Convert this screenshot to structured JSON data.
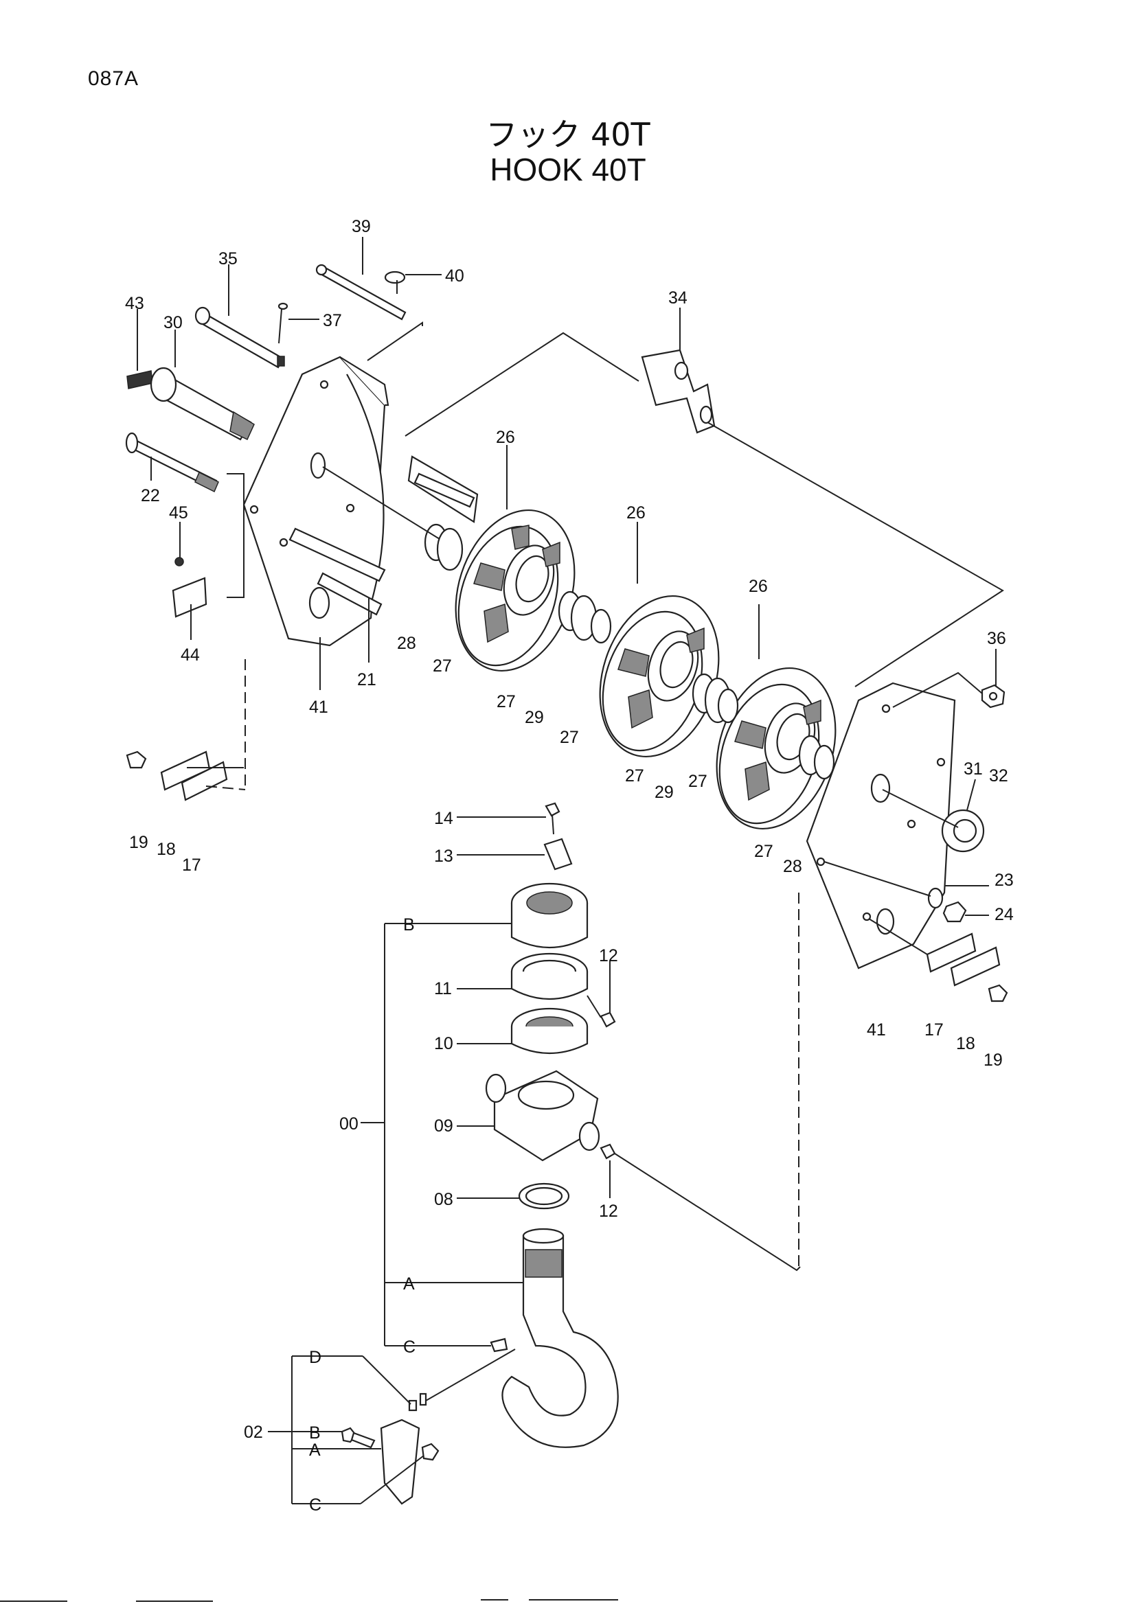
{
  "header": {
    "page_code": "087A",
    "title_jp": "フック 40T",
    "title_en": "HOOK 40T"
  },
  "callouts": {
    "p39": "39",
    "p40": "40",
    "p35": "35",
    "p37": "37",
    "p43": "43",
    "p30": "30",
    "p34": "34",
    "p22": "22",
    "p45": "45",
    "p44": "44",
    "p41a": "41",
    "p21": "21",
    "p28a": "28",
    "p27a": "27",
    "p26a": "26",
    "p27b": "27",
    "p29a": "29",
    "p27c": "27",
    "p26b": "26",
    "p27d": "27",
    "p29b": "29",
    "p27e": "27",
    "p26c": "26",
    "p27f": "27",
    "p28b": "28",
    "p36": "36",
    "p31": "31",
    "p32": "32",
    "p23": "23",
    "p24": "24",
    "p41b": "41",
    "p17b": "17",
    "p18b": "18",
    "p19b": "19",
    "p19a": "19",
    "p18a": "18",
    "p17a": "17",
    "p14": "14",
    "p13": "13",
    "p12a": "12",
    "p11": "11",
    "p10": "10",
    "p09": "09",
    "p08": "08",
    "p12b": "12",
    "p00": "00",
    "p02": "02",
    "bB": "B",
    "bA": "A",
    "bC": "C",
    "sD": "D",
    "sB": "B",
    "sA": "A",
    "sC": "C"
  }
}
